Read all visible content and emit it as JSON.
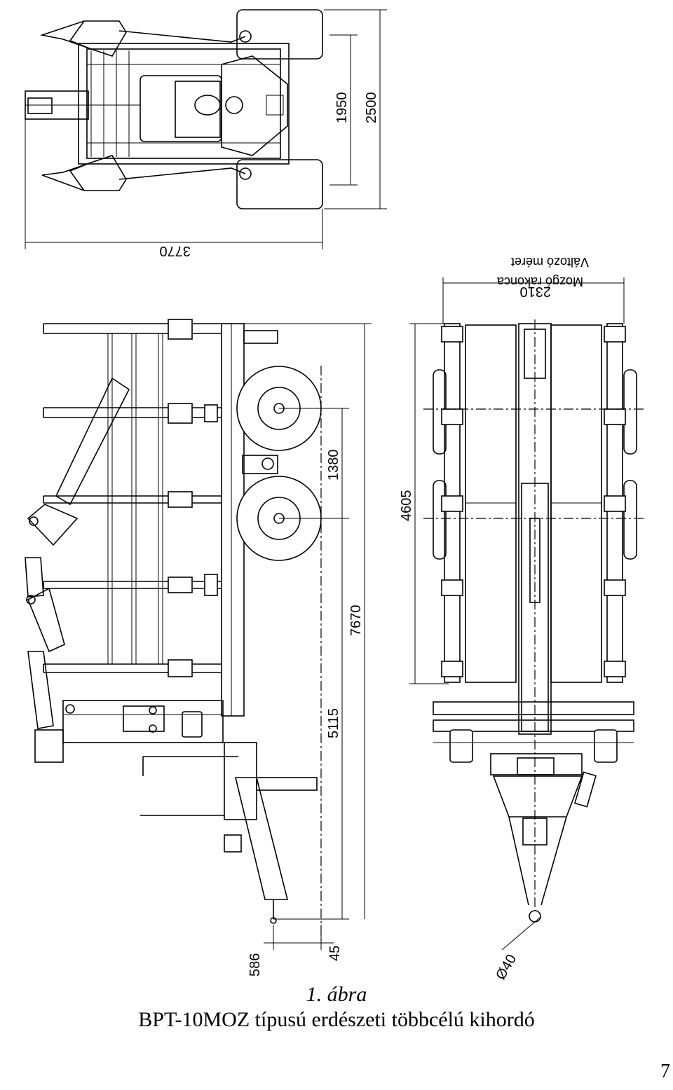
{
  "caption": {
    "figure_number": "1. ábra",
    "title": "BPT-10MOZ típusú erdészeti többcélú kihordó"
  },
  "page_number": "7",
  "dimensions": {
    "d_1950": "1950",
    "d_2500": "2500",
    "d_3770": "3770",
    "d_2310": "2310",
    "d_1380": "1380",
    "d_4605": "4605",
    "d_7670": "7670",
    "d_5115": "5115",
    "d_586": "586",
    "d_45": "45",
    "d_40": "Ø40"
  },
  "labels": {
    "moving_stake": "Mozgó rakonca",
    "variable_size": "Változó méret"
  }
}
